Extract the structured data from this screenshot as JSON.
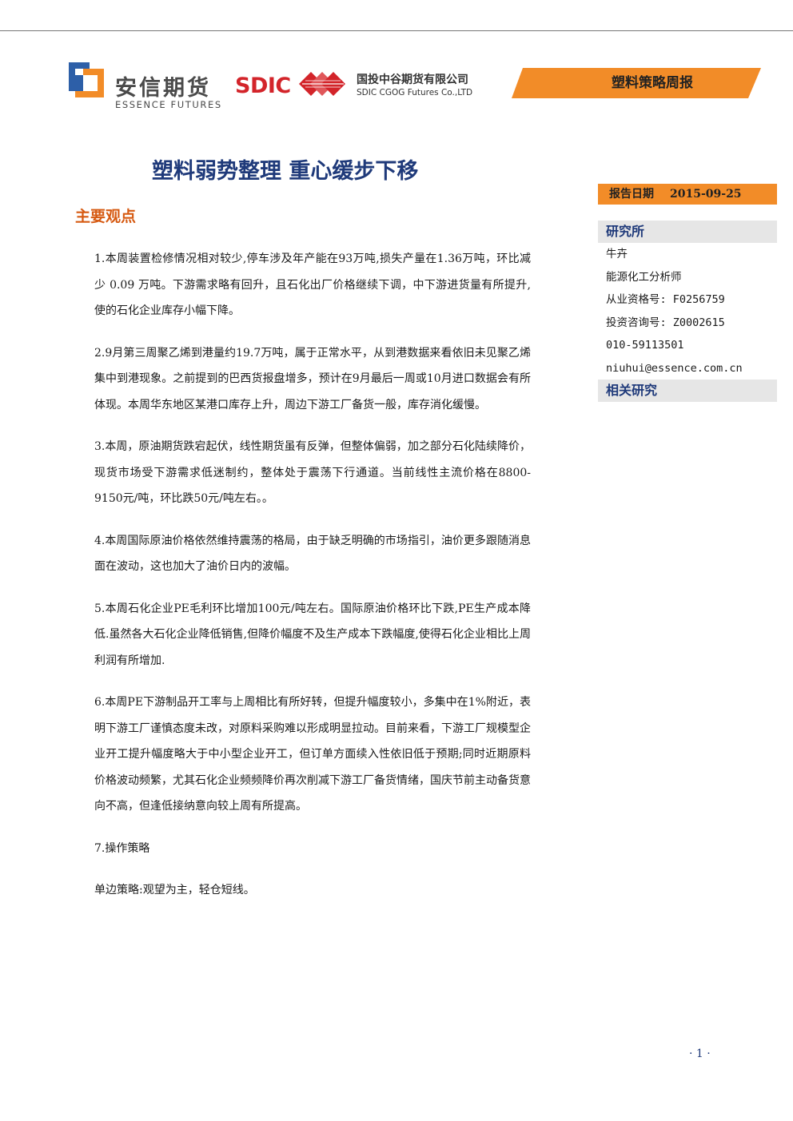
{
  "header": {
    "logo1_cn": "安信期货",
    "logo1_en": "ESSENCE FUTURES",
    "logo2_word": "SDIC",
    "logo2_cn": "国投中谷期货有限公司",
    "logo2_en": "SDIC CGOG Futures Co.,LTD",
    "banner": "塑料策略周报"
  },
  "colors": {
    "accent_orange": "#f28c28",
    "title_blue": "#1f3a7a",
    "section_orange": "#d65a12",
    "sdic_red": "#d3242a"
  },
  "title": "塑料弱势整理 重心缓步下移",
  "section_title": "主要观点",
  "paragraphs": [
    "1.本周装置检修情况相对较少,停车涉及年产能在93万吨,损失产量在1.36万吨，环比减少 0.09 万吨。下游需求略有回升，且石化出厂价格继续下调，中下游进货量有所提升,使的石化企业库存小幅下降。",
    "2.9月第三周聚乙烯到港量约19.7万吨，属于正常水平，从到港数据来看依旧未见聚乙烯集中到港现象。之前提到的巴西货报盘增多，预计在9月最后一周或10月进口数据会有所体现。本周华东地区某港口库存上升，周边下游工厂备货一般，库存消化缓慢。",
    "3.本周，原油期货跌宕起伏，线性期货虽有反弹，但整体偏弱，加之部分石化陆续降价，现货市场受下游需求低迷制约，整体处于震荡下行通道。当前线性主流价格在8800-9150元/吨，环比跌50元/吨左右。。",
    "4.本周国际原油价格依然维持震荡的格局，由于缺乏明确的市场指引，油价更多跟随消息面在波动，这也加大了油价日内的波幅。",
    "5.本周石化企业PE毛利环比增加100元/吨左右。国际原油价格环比下跌,PE生产成本降低.虽然各大石化企业降低销售,但降价幅度不及生产成本下跌幅度,使得石化企业相比上周利润有所增加.",
    "6.本周PE下游制品开工率与上周相比有所好转，但提升幅度较小，多集中在1%附近，表明下游工厂谨慎态度未改，对原料采购难以形成明显拉动。目前来看，下游工厂规模型企业开工提升幅度略大于中小型企业开工，但订单方面续入性依旧低于预期;同时近期原料价格波动频繁，尤其石化企业频频降价再次削减下游工厂备货情绪，国庆节前主动备货意向不高，但逢低接纳意向较上周有所提高。",
    "7.操作策略",
    "单边策略:观望为主，轻仓短线。"
  ],
  "sidebar": {
    "date_label": "报告日期",
    "date_value": "2015-09-25",
    "institute_label": "研究所",
    "analyst_name": "牛卉",
    "analyst_title": "能源化工分析师",
    "qualification": "从业资格号: F0256759",
    "consulting": "投资咨询号: Z0002615",
    "phone": "010-59113501",
    "email": "niuhui@essence.com.cn",
    "related_label": "相关研究"
  },
  "footer": {
    "page": "· 1 ·"
  }
}
